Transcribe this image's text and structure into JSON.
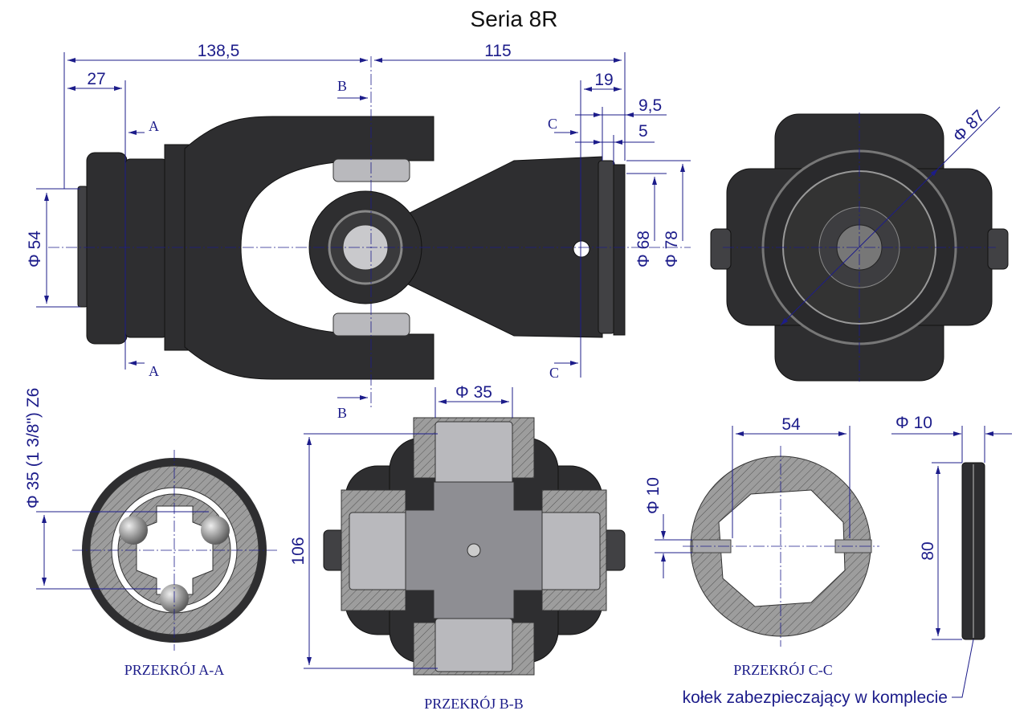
{
  "title": "Seria 8R",
  "main_view": {
    "dims": {
      "overall_left": "138,5",
      "overall_right": "115",
      "left_flange": "27",
      "right_19": "19",
      "right_9_5": "9,5",
      "right_5": "5",
      "dia_54": "Φ 54",
      "dia_68": "Φ 68",
      "dia_78": "Φ 78"
    },
    "section_marks": {
      "a_top": "A",
      "a_bottom": "A",
      "b_top": "B",
      "b_bottom": "B",
      "c_top": "C",
      "c_bottom": "C"
    }
  },
  "end_view": {
    "dia_87": "Φ 87"
  },
  "section_aa": {
    "label": "PRZEKRÓJ A-A",
    "dia_bore": "Φ 35  (1 3/8\") Z6"
  },
  "section_bb": {
    "label": "PRZEKRÓJ B-B",
    "dia_35": "Φ 35",
    "dim_106": "106"
  },
  "section_cc": {
    "label": "PRZEKRÓJ C-C",
    "dim_54": "54",
    "dia_10": "Φ 10"
  },
  "pin": {
    "dia_10": "Φ 10",
    "length_80": "80",
    "caption": "kołek zabezpieczający w komplecie"
  },
  "colors": {
    "dimension": "#1c1c8a",
    "part": "#2e2e30"
  }
}
